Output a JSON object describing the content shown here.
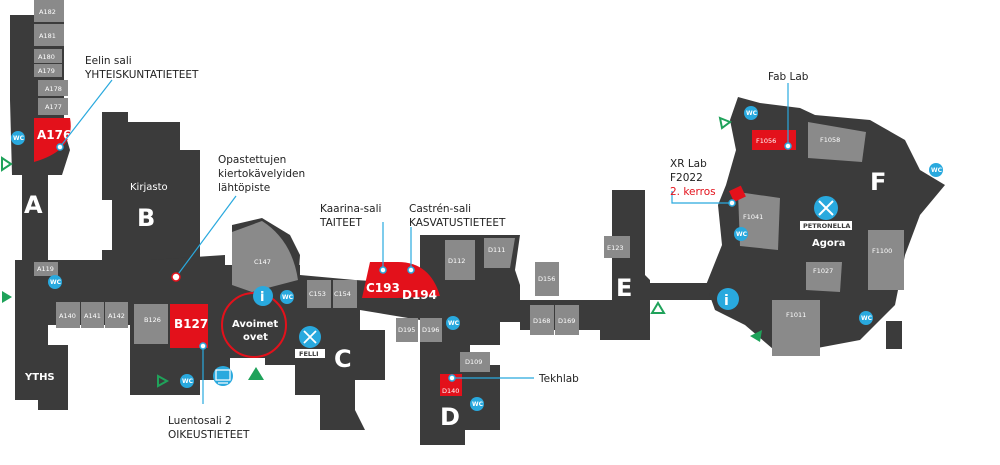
{
  "buildings": {
    "a": "A",
    "b": "B",
    "c": "C",
    "d": "D",
    "e": "E",
    "f": "F"
  },
  "places": {
    "kirjasto": "Kirjasto",
    "agora": "Agora",
    "yths": "YTHS",
    "avoimet_ovet": [
      "Avoimet",
      "ovet"
    ],
    "felli": "FELLI",
    "petronella": "PETRONELLA",
    "wc": "WC",
    "info": "i"
  },
  "rooms": {
    "a182": "A182",
    "a181": "A181",
    "a180": "A180",
    "a179": "A179",
    "a178": "A178",
    "a177": "A177",
    "a176": "A176",
    "a119": "A119",
    "a140": "A140",
    "a141": "A141",
    "a142": "A142",
    "b126": "B126",
    "b127": "B127",
    "c147": "C147",
    "c153": "C153",
    "c154": "C154",
    "c193": "C193",
    "d194": "D194",
    "d112": "D112",
    "d111": "D111",
    "d156": "D156",
    "d168": "D168",
    "d169": "D169",
    "d195": "D195",
    "d196": "D196",
    "d109": "D109",
    "d140": "D140",
    "e123": "E123",
    "f1056": "F1056",
    "f1058": "F1058",
    "f1041": "F1041",
    "f1100": "F1100",
    "f1027": "F1027",
    "f1011": "F1011"
  },
  "annotations": {
    "eelin": [
      "Eelin sali",
      "YHTEISKUNTATIETEET"
    ],
    "opastettujen": [
      "Opastettujen",
      "kiertokävelyiden",
      "lähtöpiste"
    ],
    "karina": [
      "Kaarina-sali",
      "TAITEET"
    ],
    "castren": [
      "Castrén-sali",
      "KASVATUSTIETEET"
    ],
    "fablab": "Fab Lab",
    "xrlab": [
      "XR Lab",
      "F2022"
    ],
    "xrlab_floor": "2. kerros",
    "tekhlab": "Tekhlab",
    "luentosali": [
      "Luentosali 2",
      "OIKEUSTIETEET"
    ]
  },
  "colors": {
    "building": "#3b3b3b",
    "room": "#8a8a8a",
    "highlight": "#e3111b",
    "service": "#29a9de",
    "entrance": "#1fa25a"
  }
}
